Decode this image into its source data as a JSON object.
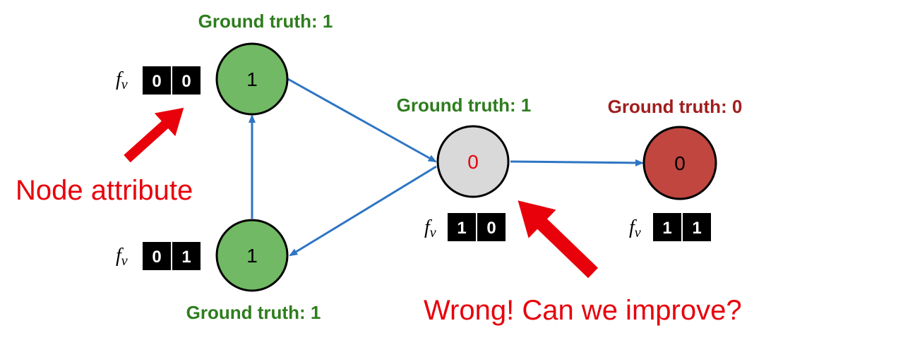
{
  "colors": {
    "green_text": "#2e7d1e",
    "red_text": "#a01e1e",
    "alert_red": "#e8000b",
    "edge_blue": "#2e75c4",
    "node_green": "#71b964",
    "node_gray": "#d9d9d9",
    "node_red": "#c0463f"
  },
  "nodes": {
    "top": {
      "label": "1",
      "ground_truth": "Ground truth: 1",
      "features": [
        "0",
        "0"
      ],
      "fv": "fv"
    },
    "bottom": {
      "label": "1",
      "ground_truth": "Ground truth: 1",
      "features": [
        "0",
        "1"
      ],
      "fv": "fv"
    },
    "middle": {
      "label": "0",
      "ground_truth": "Ground truth: 1",
      "features": [
        "1",
        "0"
      ],
      "fv": "fv"
    },
    "right": {
      "label": "0",
      "ground_truth": "Ground truth: 0",
      "features": [
        "1",
        "1"
      ],
      "fv": "fv"
    }
  },
  "annotations": {
    "node_attribute": "Node attribute",
    "wrong": "Wrong! Can we improve?"
  }
}
